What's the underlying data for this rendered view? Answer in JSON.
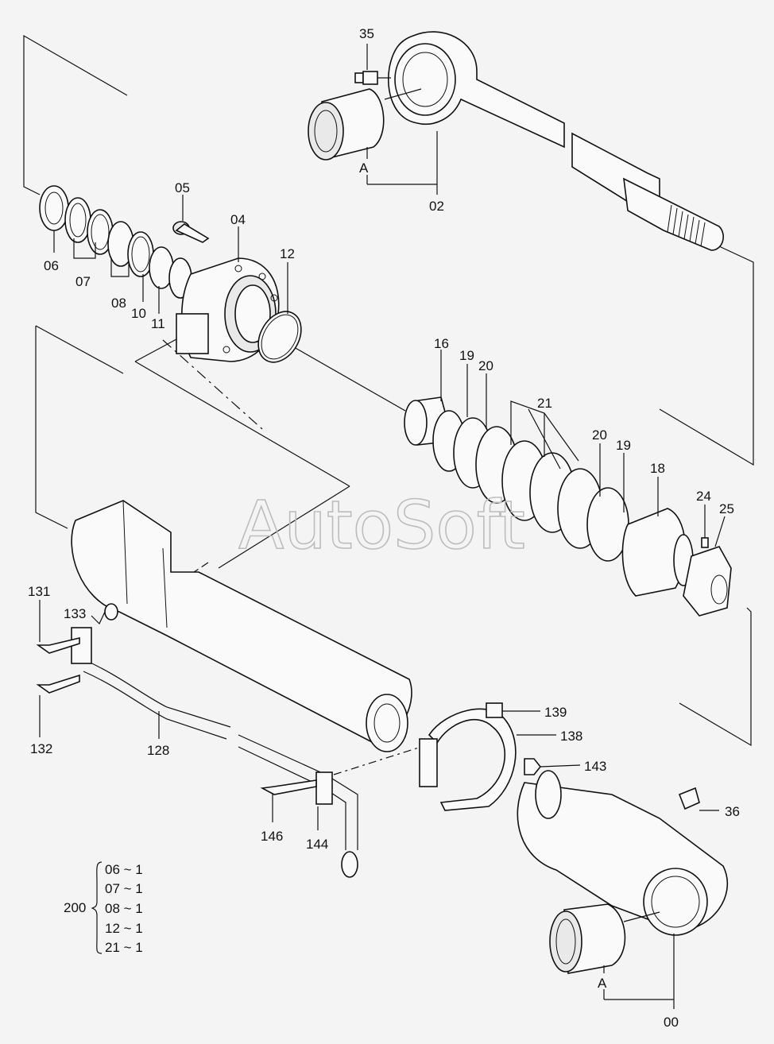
{
  "watermark": "AutoSoft",
  "labels": {
    "p35": "35",
    "p02": "02",
    "pA_top": "A",
    "p05": "05",
    "p04": "04",
    "p12": "12",
    "p06": "06",
    "p07": "07",
    "p08": "08",
    "p10": "10",
    "p11": "11",
    "p16": "16",
    "p19a": "19",
    "p20a": "20",
    "p21": "21",
    "p20b": "20",
    "p19b": "19",
    "p18": "18",
    "p24": "24",
    "p25": "25",
    "p131": "131",
    "p133": "133",
    "p132": "132",
    "p128": "128",
    "p139": "139",
    "p138": "138",
    "p143": "143",
    "p36": "36",
    "p146": "146",
    "p144": "144",
    "pA_bot": "A",
    "p00": "00"
  },
  "kit": {
    "number": "200",
    "items": [
      "06 ~ 1",
      "07 ~ 1",
      "08 ~ 1",
      "12 ~ 1",
      "21 ~ 1"
    ]
  }
}
